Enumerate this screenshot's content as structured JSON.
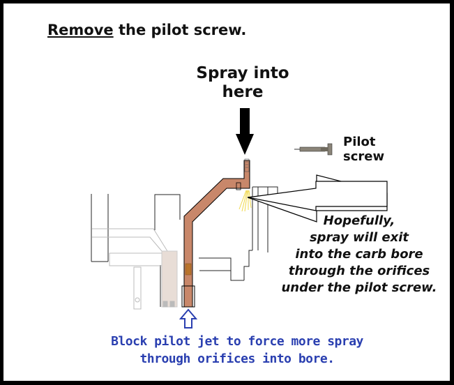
{
  "title": {
    "emphasis": "Remove",
    "rest": " the pilot screw."
  },
  "labels": {
    "spray_into_line1": "Spray into",
    "spray_into_line2": "here",
    "pilot_screw_line1": "Pilot",
    "pilot_screw_line2": "screw",
    "hopefully_lines": [
      "Hopefully,",
      "spray will exit",
      "into the carb bore",
      "through the orifices",
      "under the pilot screw."
    ],
    "block_lines": [
      "Block pilot jet to force more spray",
      "through orifices into bore."
    ]
  },
  "colors": {
    "border": "#000000",
    "text": "#111111",
    "caption_blue": "#2a3fb0",
    "passage_copper": "#c8876a",
    "spray_yellow": "#f0d84a",
    "screw_gray": "#8a8478"
  },
  "diagram": {
    "parts": [
      "carburetor-body",
      "pilot-passage",
      "pilot-jet",
      "pilot-screw",
      "spray-arrow-down",
      "exit-arrow-left",
      "block-arrow-up",
      "spray-jets"
    ]
  }
}
